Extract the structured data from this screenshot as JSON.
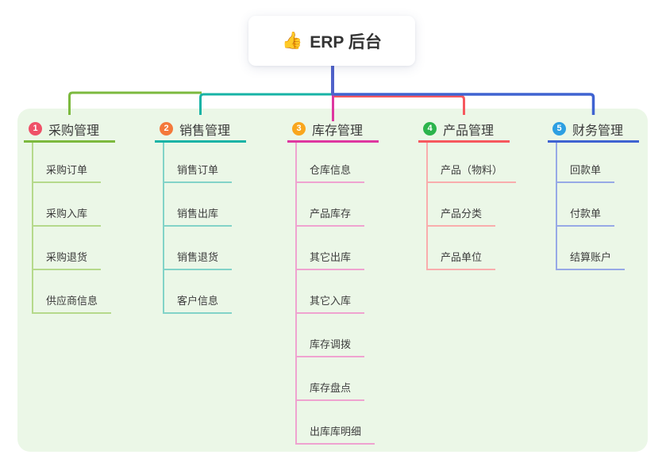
{
  "root": {
    "icon": "👍",
    "label": "ERP 后台",
    "stem_color": "#5062ca"
  },
  "panel": {
    "bg_color": "#ebf7e7"
  },
  "branches": [
    {
      "number": "1",
      "label": "采购管理",
      "badge_color": "#ef5168",
      "line_color": "#7cb93e",
      "child_line_color": "#b5d98b",
      "children": [
        "采购订单",
        "采购入库",
        "采购退货",
        "供应商信息"
      ]
    },
    {
      "number": "2",
      "label": "销售管理",
      "badge_color": "#f4793b",
      "line_color": "#17b3a6",
      "child_line_color": "#82d3c8",
      "children": [
        "销售订单",
        "销售出库",
        "销售退货",
        "客户信息"
      ]
    },
    {
      "number": "3",
      "label": "库存管理",
      "badge_color": "#f9a61d",
      "line_color": "#de37a0",
      "child_line_color": "#efa3d0",
      "children": [
        "仓库信息",
        "产品库存",
        "其它出库",
        "其它入库",
        "库存调拨",
        "库存盘点",
        "出库库明细"
      ]
    },
    {
      "number": "4",
      "label": "产品管理",
      "badge_color": "#2cb44c",
      "line_color": "#f6585e",
      "child_line_color": "#f9adad",
      "children": [
        "产品（物料）",
        "产品分类",
        "产品单位"
      ]
    },
    {
      "number": "5",
      "label": "财务管理",
      "badge_color": "#2d9fe2",
      "line_color": "#3f63d1",
      "child_line_color": "#97a9e6",
      "children": [
        "回款单",
        "付款单",
        "结算账户"
      ]
    }
  ]
}
